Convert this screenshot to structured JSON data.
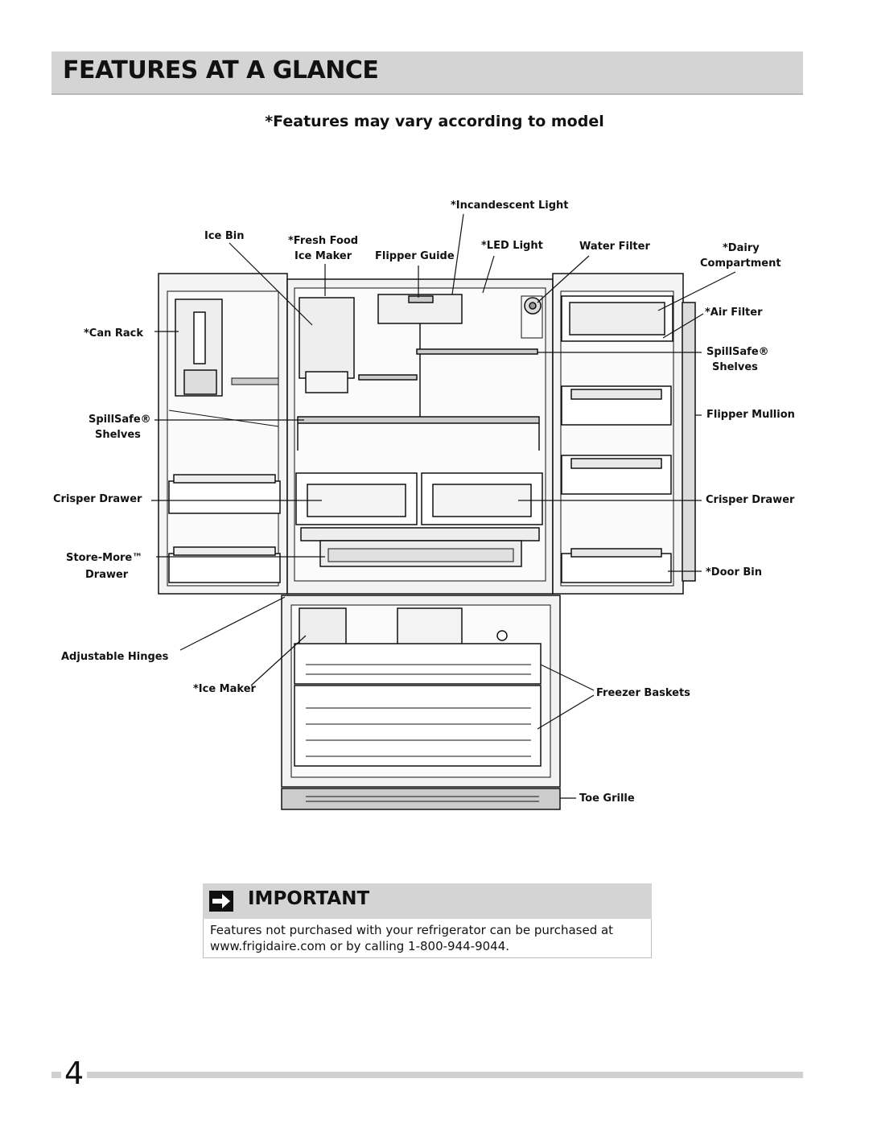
{
  "header": {
    "title": "FEATURES AT A GLANCE"
  },
  "subtitle": "*Features may vary according to model",
  "labels": {
    "incandescent_light": "*Incandescent Light",
    "ice_bin": "Ice Bin",
    "fresh_food": "*Fresh Food",
    "ice_maker_top": "Ice Maker",
    "flipper_guide": "Flipper Guide",
    "led_light": "*LED Light",
    "water_filter": "Water Filter",
    "dairy": "*Dairy",
    "compartment": "Compartment",
    "can_rack": "*Can Rack",
    "air_filter": "*Air Filter",
    "spillsafe_left": "SpillSafe®",
    "shelves_left": "Shelves",
    "spillsafe_right": "SpillSafe®",
    "shelves_right": "Shelves",
    "flipper_mullion": "Flipper Mullion",
    "crisper_drawer_left": "Crisper Drawer",
    "crisper_drawer_right": "Crisper Drawer",
    "store_more": "Store-More™",
    "drawer": "Drawer",
    "door_bin": "*Door Bin",
    "adjustable_hinges": "Adjustable Hinges",
    "ice_maker_freezer": "*Ice Maker",
    "freezer_baskets": "Freezer Baskets",
    "toe_grille": "Toe Grille"
  },
  "important": {
    "title": "IMPORTANT",
    "icon": "arrow-right-icon",
    "text": "Features not purchased with your refrigerator can be purchased at www.frigidaire.com or by calling 1-800-944-9044."
  },
  "footer": {
    "page_number": "4"
  }
}
